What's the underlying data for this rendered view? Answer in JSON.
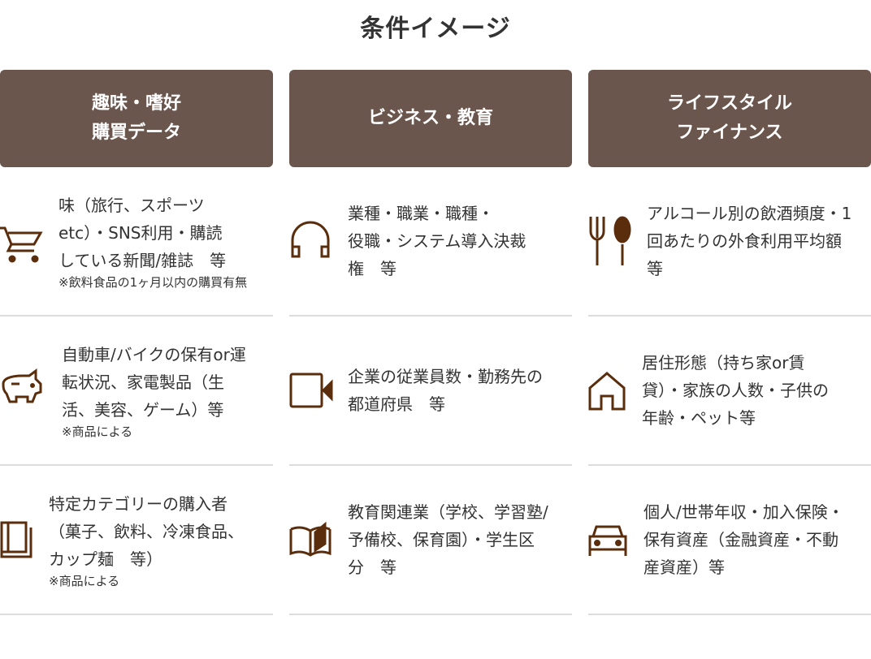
{
  "title": "条件イメージ",
  "columns": [
    {
      "header": "趣味・嗜好\n購買データ",
      "items": [
        {
          "icon": "cart-icon",
          "text": "味（旅行、スポーツ\netc）・SNS利用・購読\nしている新聞/雑誌　等",
          "note": "※飲料食品の1ヶ月以内の購買有無"
        },
        {
          "icon": "piggy-bank-icon",
          "text": "自動車/バイクの保有or運\n転状況、家電製品（生\n活、美容、ゲーム）等",
          "note": "※商品による"
        },
        {
          "icon": "book-icon",
          "text": "特定カテゴリーの購入者\n（菓子、飲料、冷凍食品、\nカップ麺　等）",
          "note": "※商品による"
        }
      ]
    },
    {
      "header": "ビジネス・教育",
      "items": [
        {
          "icon": "headphones-icon",
          "text": "業種・職業・職種・\n役職・システム導入決裁\n権　等"
        },
        {
          "icon": "video-camera-icon",
          "text": "企業の従業員数・勤務先の\n都道府県　等"
        },
        {
          "icon": "open-book-icon",
          "text": "教育関連業（学校、学習塾/\n予備校、保育園）・学生区\n分　等"
        }
      ]
    },
    {
      "header": "ライフスタイル\nファイナンス",
      "items": [
        {
          "icon": "fork-spoon-icon",
          "text": "アルコール別の飲酒頻度・1\n回あたりの外食利用平均額\n等"
        },
        {
          "icon": "house-icon",
          "text": "居住形態（持ち家or賃\n貸）・家族の人数・子供の\n年齢・ペット等"
        },
        {
          "icon": "car-icon",
          "text": "個人/世帯年収・加入保険・\n保有資産（金融資産・不動\n産資産）等"
        }
      ]
    }
  ],
  "colors": {
    "header_bg": "#6b564e",
    "icon": "#5a2d0c"
  }
}
